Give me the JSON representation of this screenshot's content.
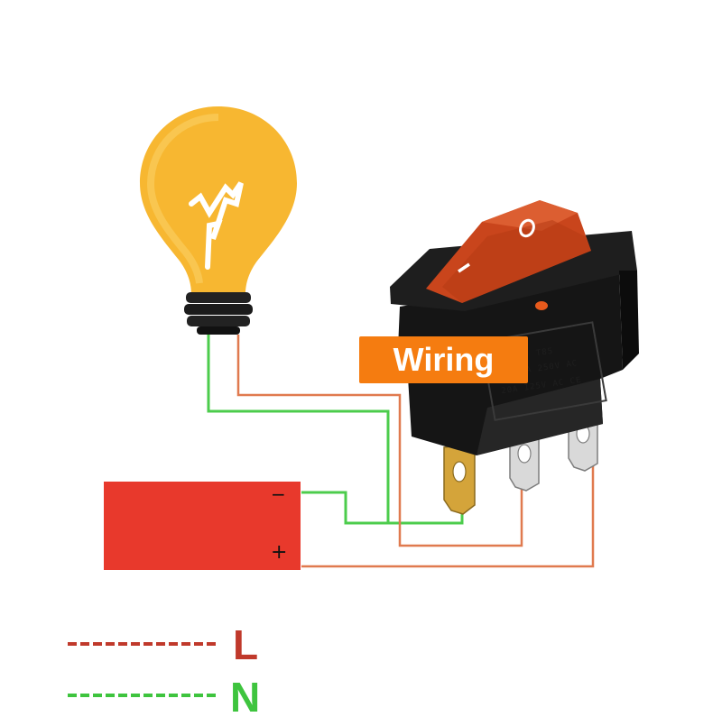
{
  "badge": {
    "text": "Wiring"
  },
  "battery": {
    "minus_symbol": "−",
    "plus_symbol": "+"
  },
  "switch": {
    "rocker_off_symbol": "O",
    "rocker_on_symbol": "I",
    "markings": [
      "T85",
      "16A 250V AC",
      "20A 125V AC CE"
    ]
  },
  "legend": [
    {
      "label": "L",
      "color": "#c0392b"
    },
    {
      "label": "N",
      "color": "#3ec43e"
    }
  ],
  "colors": {
    "live_wire": "#e07a4f",
    "neutral_wire": "#4ccc4c",
    "battery": "#e8392c",
    "bulb": "#f7b731",
    "accent": "#f57c10"
  }
}
